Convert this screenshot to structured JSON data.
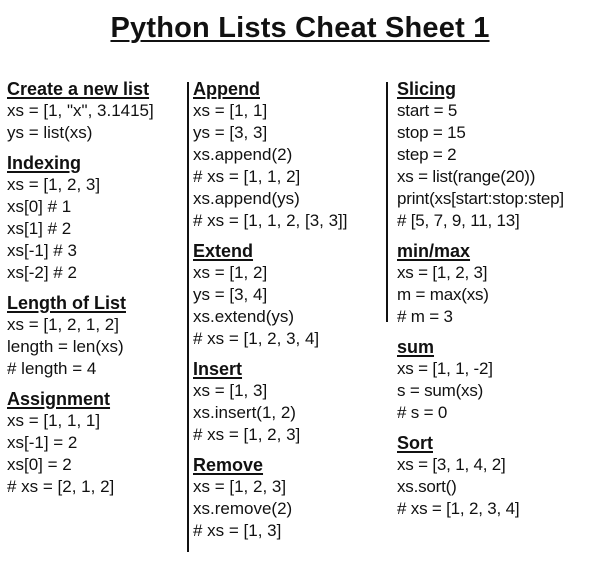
{
  "title": "Python Lists Cheat Sheet 1",
  "columns": [
    {
      "sections": [
        {
          "heading": "Create a new list",
          "lines": [
            "xs = [1, \"x\", 3.1415]",
            "ys = list(xs)"
          ]
        },
        {
          "heading": "Indexing",
          "lines": [
            "xs = [1, 2, 3]",
            "xs[0]  # 1",
            "xs[1]  # 2",
            "xs[-1]  # 3",
            "xs[-2]  # 2"
          ]
        },
        {
          "heading": "Length of List",
          "lines": [
            "xs = [1, 2, 1, 2]",
            "length = len(xs)",
            "# length = 4"
          ]
        },
        {
          "heading": "Assignment",
          "lines": [
            "xs = [1, 1, 1]",
            "xs[-1] = 2",
            "xs[0] = 2",
            "# xs = [2, 1, 2]"
          ]
        }
      ]
    },
    {
      "sections": [
        {
          "heading": "Append",
          "lines": [
            "xs = [1, 1]",
            "ys = [3, 3]",
            "xs.append(2)",
            "# xs = [1, 1, 2]",
            "xs.append(ys)",
            "# xs = [1, 1, 2, [3, 3]]"
          ]
        },
        {
          "heading": "Extend",
          "lines": [
            "xs = [1, 2]",
            "ys = [3, 4]",
            "xs.extend(ys)",
            "# xs = [1, 2, 3, 4]"
          ]
        },
        {
          "heading": "Insert",
          "lines": [
            "xs = [1, 3]",
            "xs.insert(1, 2)",
            "# xs = [1, 2, 3]"
          ]
        },
        {
          "heading": "Remove",
          "lines": [
            "xs = [1, 2, 3]",
            "xs.remove(2)",
            "# xs = [1, 3]"
          ]
        }
      ]
    },
    {
      "sections": [
        {
          "heading": "Slicing",
          "lines": [
            "start = 5",
            "stop = 15",
            "step = 2",
            "xs = list(range(20))",
            "print(xs[start:stop:step]",
            "# [5, 7, 9, 11, 13]"
          ]
        },
        {
          "heading": "min/max",
          "lines": [
            "xs = [1, 2, 3]",
            "m = max(xs)",
            "# m = 3"
          ]
        },
        {
          "heading": "sum",
          "lines": [
            "xs = [1, 1, -2]",
            "s = sum(xs)",
            "# s = 0"
          ]
        },
        {
          "heading": "Sort",
          "lines": [
            "xs = [3, 1, 4, 2]",
            "xs.sort()",
            "# xs = [1, 2, 3, 4]"
          ]
        }
      ]
    }
  ]
}
